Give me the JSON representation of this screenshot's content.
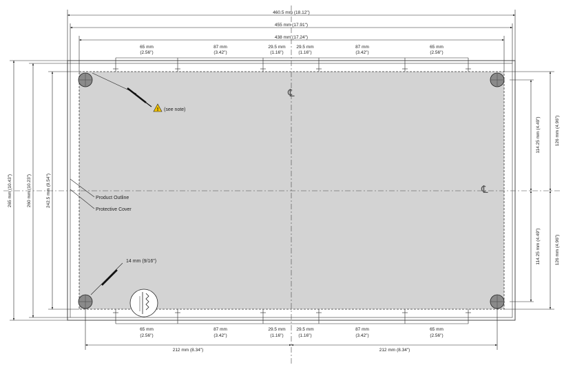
{
  "overall": {
    "w1": "460.5 mm (18.12\")",
    "w2": "455 mm (17.91\")",
    "w3": "438 mm (17.24\")",
    "h1": "265 mm (10.43\")",
    "h2": "260 mm (10.23\")",
    "h3": "242.5 mm (9.54\")"
  },
  "spacing": [
    {
      "mm": "65 mm",
      "in": "(2.56\")"
    },
    {
      "mm": "87 mm",
      "in": "(3.42\")"
    },
    {
      "mm": "29.5 mm",
      "in": "(1.16\")"
    },
    {
      "mm": "29.5 mm",
      "in": "(1.16\")"
    },
    {
      "mm": "87 mm",
      "in": "(3.42\")"
    },
    {
      "mm": "65 mm",
      "in": "(2.56\")"
    }
  ],
  "bottom_half": "212 mm (8.34\")",
  "right": {
    "inner": "114.25 mm (4.49\")",
    "outer": "126 mm (4.96\")"
  },
  "labels": {
    "see_note": "(see note)",
    "product_outline": "Product Outline",
    "protective_cover": "Protective Cover",
    "hole": "14 mm (9/16\")",
    "centerline": "℄"
  },
  "colors": {
    "panel": "#d3d3d3",
    "line": "#222222",
    "hole": "#8a8a8a",
    "warning": "#f2c200"
  }
}
